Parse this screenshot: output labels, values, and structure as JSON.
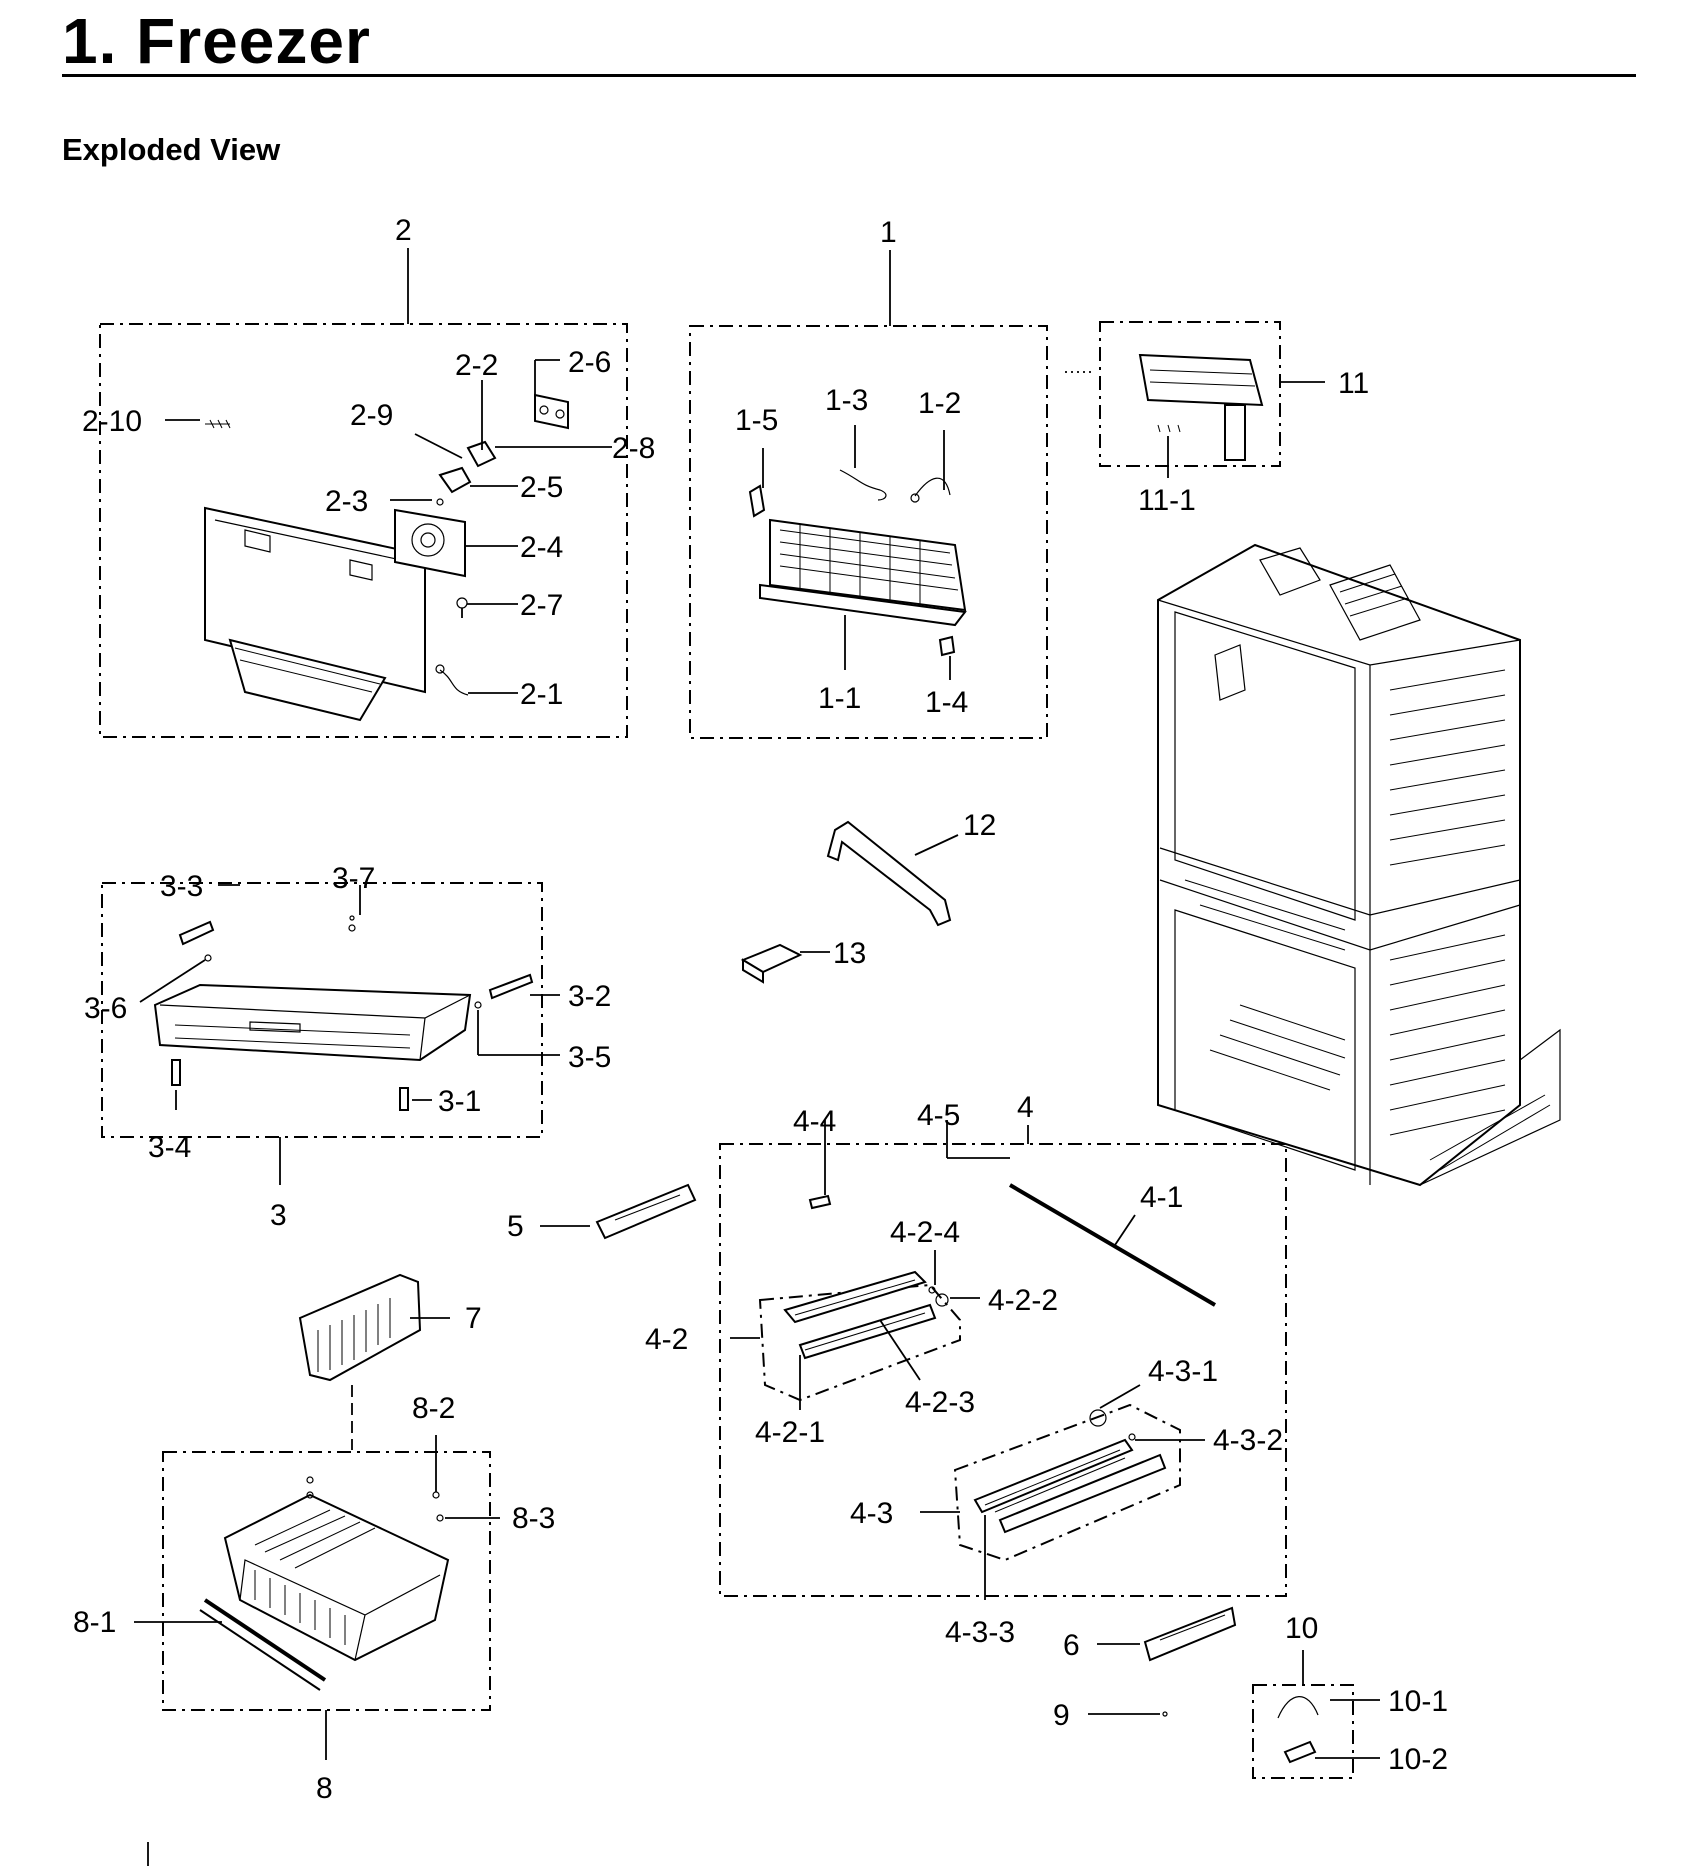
{
  "page": {
    "title": "1.  Freezer",
    "subtitle": "Exploded View"
  },
  "callouts": {
    "c1": "1",
    "c1_1": "1-1",
    "c1_2": "1-2",
    "c1_3": "1-3",
    "c1_4": "1-4",
    "c1_5": "1-5",
    "c2": "2",
    "c2_1": "2-1",
    "c2_2": "2-2",
    "c2_3": "2-3",
    "c2_4": "2-4",
    "c2_5": "2-5",
    "c2_6": "2-6",
    "c2_7": "2-7",
    "c2_8": "2-8",
    "c2_9": "2-9",
    "c2_10": "2-10",
    "c3": "3",
    "c3_1": "3-1",
    "c3_2": "3-2",
    "c3_3": "3-3",
    "c3_4": "3-4",
    "c3_5": "3-5",
    "c3_6": "3-6",
    "c3_7": "3-7",
    "c4": "4",
    "c4_1": "4-1",
    "c4_2": "4-2",
    "c4_2_1": "4-2-1",
    "c4_2_2": "4-2-2",
    "c4_2_3": "4-2-3",
    "c4_2_4": "4-2-4",
    "c4_3": "4-3",
    "c4_3_1": "4-3-1",
    "c4_3_2": "4-3-2",
    "c4_3_3": "4-3-3",
    "c4_4": "4-4",
    "c4_5": "4-5",
    "c5": "5",
    "c6": "6",
    "c7": "7",
    "c8": "8",
    "c8_1": "8-1",
    "c8_2": "8-2",
    "c8_3": "8-3",
    "c9": "9",
    "c10": "10",
    "c10_1": "10-1",
    "c10_2": "10-2",
    "c11": "11",
    "c11_1": "11-1",
    "c12": "12",
    "c13": "13"
  }
}
